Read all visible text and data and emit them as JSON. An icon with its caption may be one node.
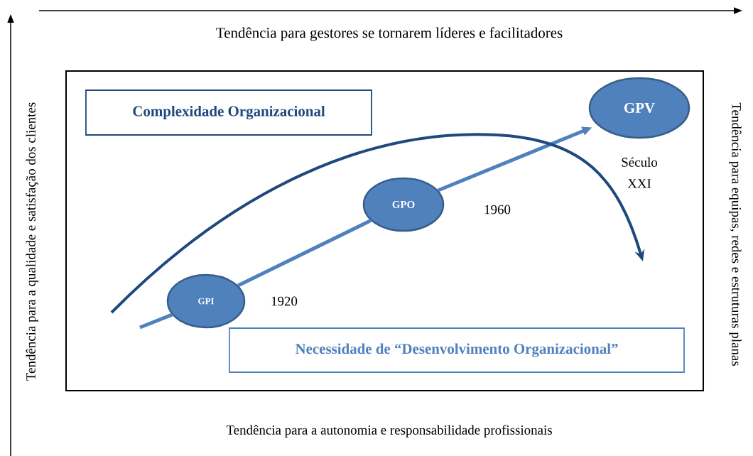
{
  "diagram": {
    "nodes": [
      {
        "text": [],
        "shape": "box"
      },
      {
        "text": [
          "Complexidade Organizacional"
        ],
        "in": 0
      },
      {
        "text": [
          "GPI"
        ],
        "beside": [
          "1920"
        ],
        "in": 0
      },
      {
        "text": [
          "GPO"
        ],
        "beside": [
          "1960"
        ],
        "in": 0
      },
      {
        "text": [
          "GPV"
        ],
        "beside": [
          "Século XXI"
        ],
        "in": 0
      },
      {
        "text": [
          "Necessidade de “Desenvolvimento Organizacional”"
        ],
        "in": 0
      }
    ],
    "edges": [
      {
        "from": null,
        "to": 2,
        "arrow": "none"
      },
      {
        "from": 2,
        "to": 3,
        "arrow": "none"
      },
      {
        "from": 3,
        "to": 4,
        "arrow": "to"
      }
    ],
    "labels": [
      "Tendência para gestores se tornarem líderes e facilitadores",
      "Tendência para a qualidade e satisfação dos clientes",
      "Tendência para equipas, redes e estruturas planas",
      "Tendência para a autonomia e responsabilidade profissionais"
    ]
  }
}
